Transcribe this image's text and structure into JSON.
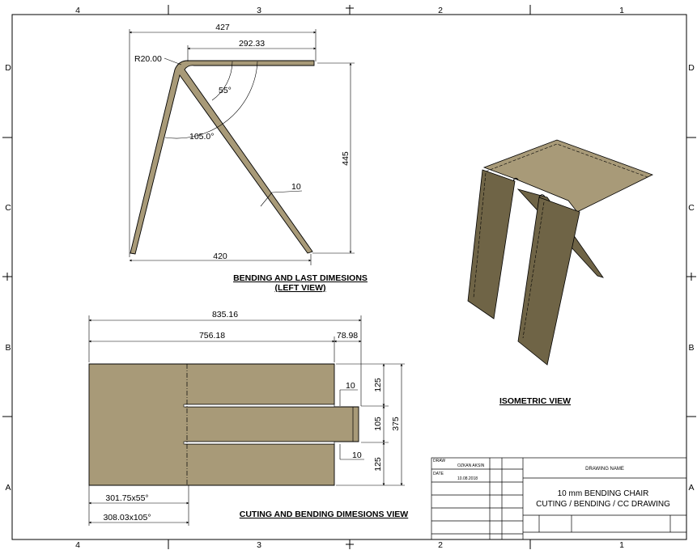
{
  "sheet": {
    "zones_top": [
      "4",
      "3",
      "2",
      "1"
    ],
    "zones_side": [
      "D",
      "C",
      "B",
      "A"
    ]
  },
  "left_view": {
    "title_line1": "BENDING AND LAST DIMESIONS",
    "title_line2": "(LEFT VIEW)",
    "dims": {
      "top_width": "427",
      "seat_width": "292.33",
      "bend_radius": "R20.00",
      "angle_inner": "55°",
      "angle_outer": "105.0°",
      "thickness": "10",
      "height": "445",
      "base_width": "420"
    }
  },
  "iso_view": {
    "title": "ISOMETRIC VIEW"
  },
  "cut_view": {
    "title": "CUTING AND BENDING DIMESIONS VIEW",
    "dims": {
      "overall_length": "835.16",
      "main_length": "756.18",
      "tab_length": "78.98",
      "slot_width_top": "10",
      "slot_width_bottom": "10",
      "strip_top": "125",
      "strip_mid": "105",
      "strip_bottom": "125",
      "overall_height": "375",
      "bend_1": "301.75x55°",
      "bend_2": "308.03x105°"
    }
  },
  "title_block": {
    "draw_label": "DRAW",
    "draw_name": "OZKAN AKSIN",
    "date_label": "DATE",
    "date_value": "10.08.2018",
    "drawing_name_label": "DRAWING NAME",
    "drawing_name_line1": "10 mm BENDING CHAIR",
    "drawing_name_line2": "CUTING / BENDING / CC DRAWING"
  },
  "colors": {
    "material": "#a89a78",
    "material_dark": "#6f6446",
    "material_light": "#c2b593",
    "line": "#000000"
  }
}
